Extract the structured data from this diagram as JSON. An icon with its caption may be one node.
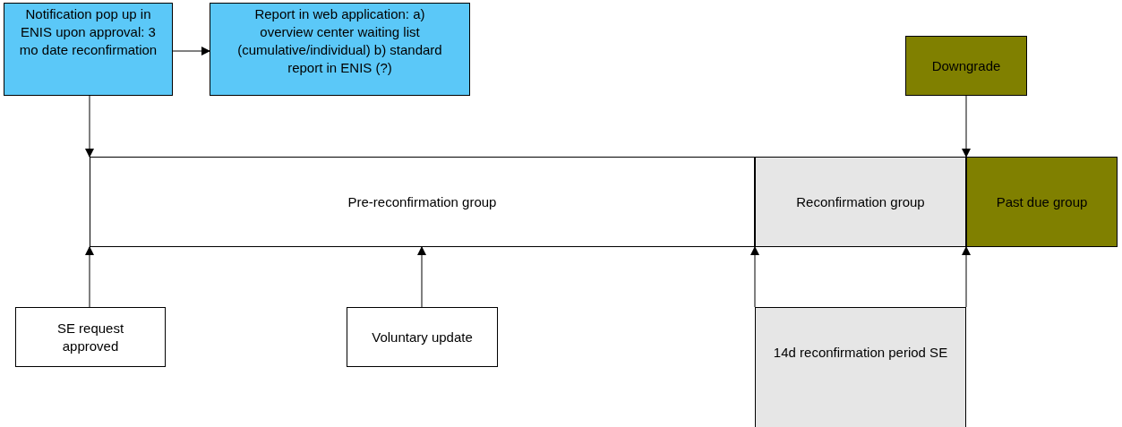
{
  "diagram": {
    "nodes": [
      {
        "text": [
          "Notification pop up in ENIS upon approval: 3 mo date reconfirmation"
        ]
      },
      {
        "text": [
          "Report in web application: a) overview center waiting list (cumulative/individual) b) standard report in ENIS (?)"
        ]
      },
      {
        "text": [
          "Downgrade"
        ]
      },
      {
        "text": [
          "Pre-reconfirmation group"
        ]
      },
      {
        "text": [
          "Reconfirmation group"
        ]
      },
      {
        "text": [
          "Past due group"
        ]
      },
      {
        "text": [
          "SE request approved"
        ]
      },
      {
        "text": [
          "Voluntary update"
        ]
      },
      {
        "text": [
          "14d reconfirmation period SE"
        ]
      }
    ],
    "edges": [
      {
        "from": 0,
        "to": 1,
        "arrow": "to"
      },
      {
        "from": 0,
        "to": 3,
        "arrow": "to"
      },
      {
        "from": 2,
        "to": 5,
        "arrow": "to"
      },
      {
        "from": 6,
        "to": 3,
        "arrow": "to"
      },
      {
        "from": 7,
        "to": 3,
        "arrow": "to"
      },
      {
        "from": 8,
        "to": 4,
        "arrow": "to"
      },
      {
        "from": 8,
        "to": 5,
        "arrow": "to"
      }
    ]
  }
}
